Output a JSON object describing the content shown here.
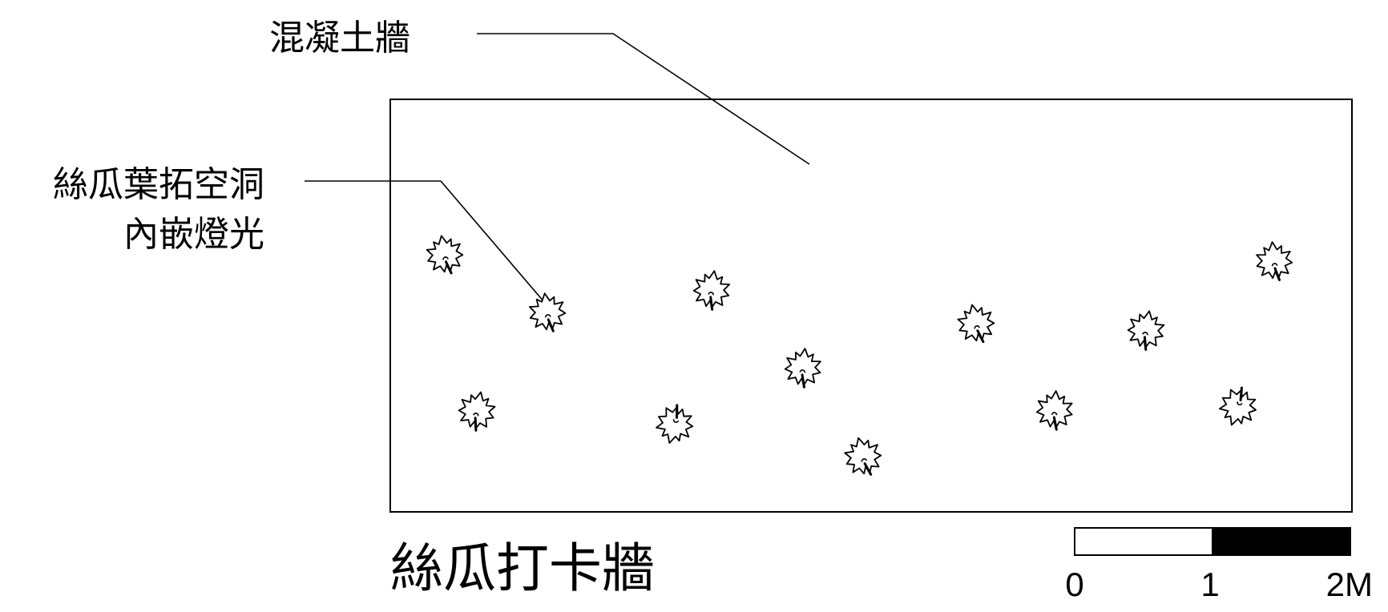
{
  "labels": {
    "wall": "混凝土牆",
    "leaf_line1": "絲瓜葉拓空洞",
    "leaf_line2": "內嵌燈光",
    "title": "絲瓜打卡牆"
  },
  "scale_bar": {
    "ticks": [
      "0",
      "1",
      "2M"
    ]
  },
  "colors": {
    "line": "#000000",
    "background": "#ffffff"
  },
  "icons": {
    "leaf": "loofah-leaf-icon"
  }
}
